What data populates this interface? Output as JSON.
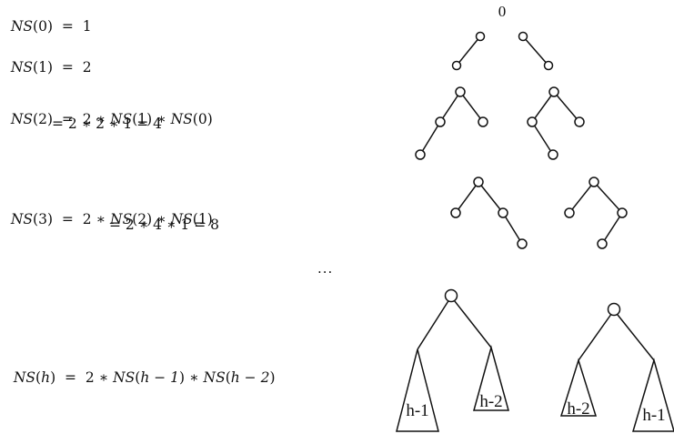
{
  "equations": [
    {
      "lhs_fn": "NS",
      "lhs_arg": "0",
      "rhs": "1"
    },
    {
      "lhs_fn": "NS",
      "lhs_arg": "1",
      "rhs": "2"
    },
    {
      "lhs_fn": "NS",
      "lhs_arg": "2",
      "rhs_a": "2 ∗ ",
      "fn1": "NS",
      "arg1": "1",
      "mid": " ∗ ",
      "fn2": "NS",
      "arg2": "0",
      "line2": "= 2 ∗ 2 ∗ 1 = 4"
    },
    {
      "lhs_fn": "NS",
      "lhs_arg": "3",
      "rhs_a": "2 ∗ ",
      "fn1": "NS",
      "arg1": "2",
      "mid": " ∗ ",
      "fn2": "NS",
      "arg2": "1",
      "line2": "= 2 ∗ 4 ∗ 1 = 8"
    },
    {
      "lhs_fn": "NS",
      "lhs_arg": "h",
      "rhs_a": "2 ∗ ",
      "fn1": "NS",
      "arg1": "h − 1",
      "mid": " ∗ ",
      "fn2": "NS",
      "arg2": "h − 2"
    }
  ],
  "ellipsis": "...",
  "root_zero": "0",
  "subtree_labels": {
    "a_left": "h-1",
    "a_right": "h-2",
    "b_left": "h-2",
    "b_right": "h-1"
  }
}
